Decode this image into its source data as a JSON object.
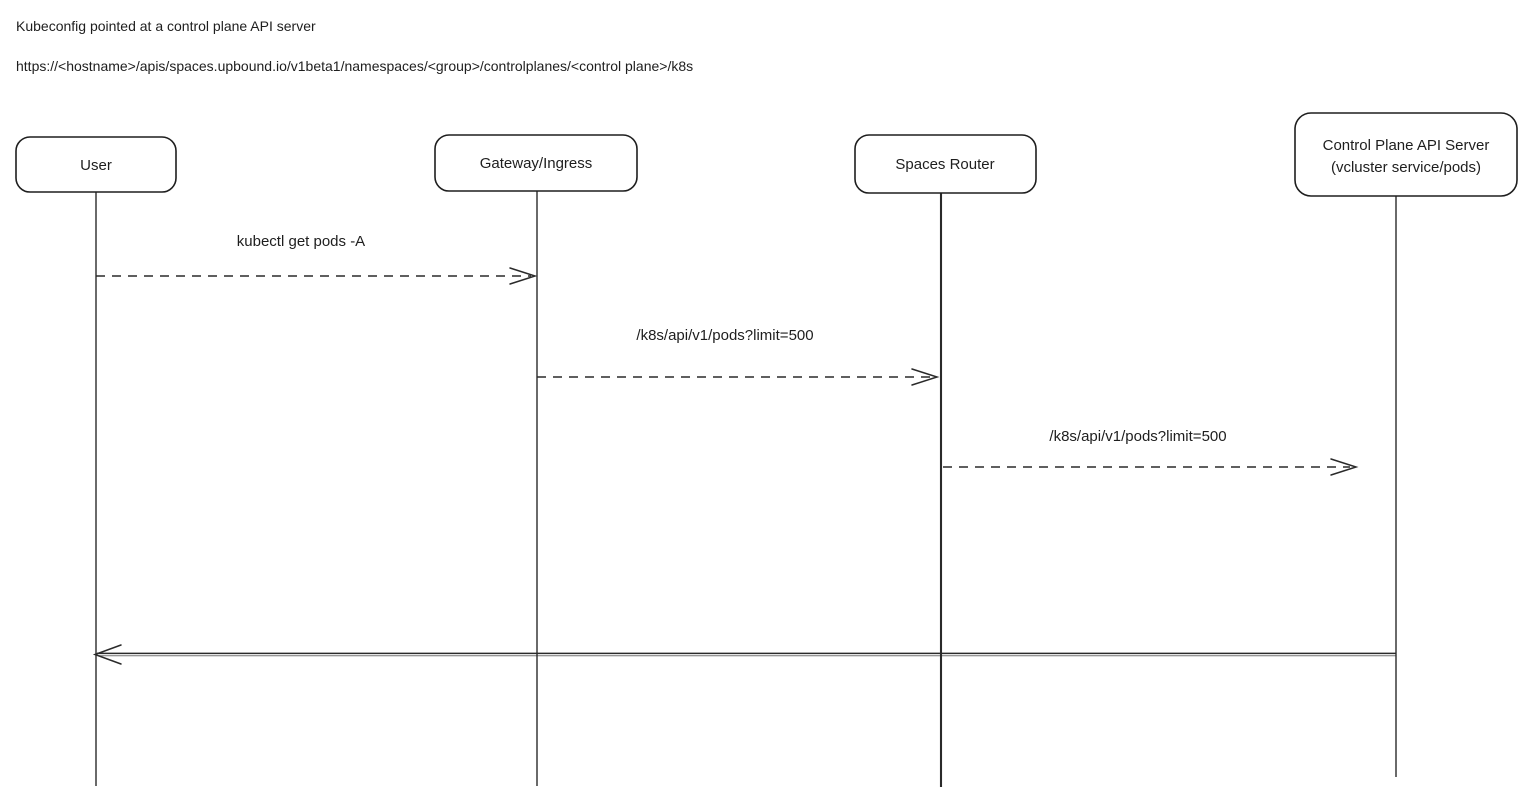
{
  "header": {
    "title": "Kubeconfig pointed at a control plane API server",
    "url": "https://<hostname>/apis/spaces.upbound.io/v1beta1/namespaces/<group>/controlplanes/<control plane>/k8s"
  },
  "diagram": {
    "type": "sequence-diagram",
    "style": "hand-drawn",
    "colors": {
      "stroke": "#1e1e1e",
      "text": "#1e1e1e",
      "background": "#ffffff"
    },
    "actors": [
      {
        "id": "user",
        "label": "User"
      },
      {
        "id": "gateway-ingress",
        "label": "Gateway/Ingress"
      },
      {
        "id": "spaces-router",
        "label": "Spaces Router"
      },
      {
        "id": "control-plane-api-server",
        "label": "Control Plane API Server",
        "sublabel": "(vcluster service/pods)"
      }
    ],
    "messages": [
      {
        "from": "user",
        "to": "gateway-ingress",
        "label": "kubectl get pods -A",
        "line": "dashed",
        "direction": "right"
      },
      {
        "from": "gateway-ingress",
        "to": "spaces-router",
        "label": "/k8s/api/v1/pods?limit=500",
        "line": "dashed",
        "direction": "right"
      },
      {
        "from": "spaces-router",
        "to": "control-plane-api-server",
        "label": "/k8s/api/v1/pods?limit=500",
        "line": "dashed",
        "direction": "right"
      },
      {
        "from": "control-plane-api-server",
        "to": "user",
        "label": "",
        "line": "solid",
        "direction": "left"
      }
    ]
  }
}
